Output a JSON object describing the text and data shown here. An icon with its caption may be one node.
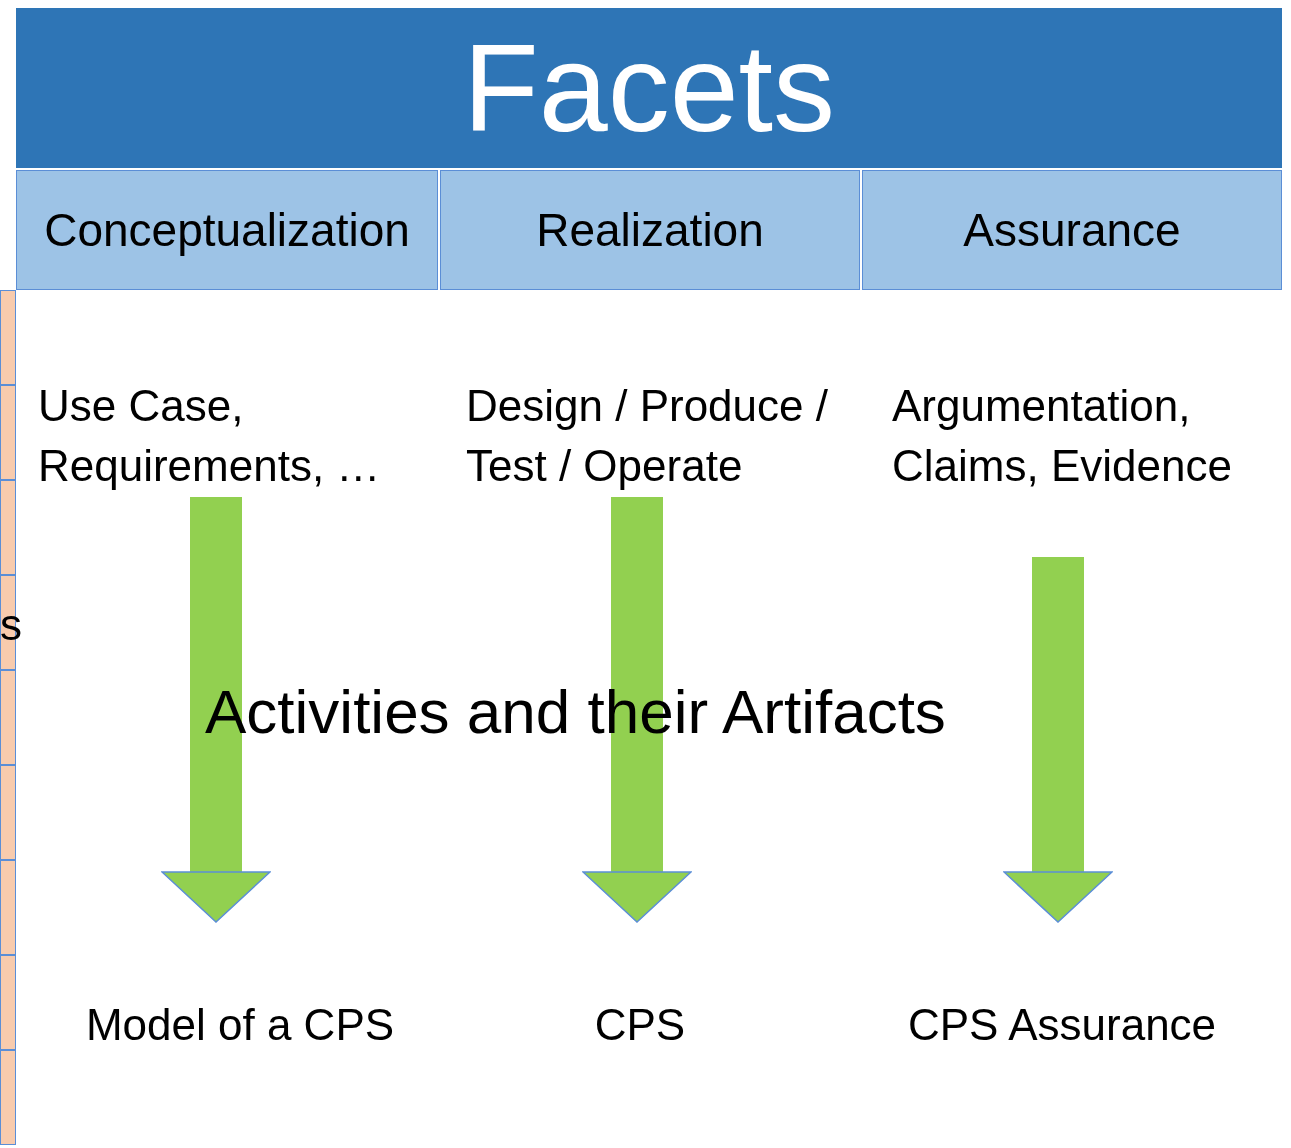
{
  "diagram": {
    "nodes": [
      {
        "text": [
          "Facets"
        ]
      },
      {
        "text": [
          "Conceptualization"
        ]
      },
      {
        "text": [
          "Realization"
        ]
      },
      {
        "text": [
          "Assurance"
        ]
      },
      {
        "text": [
          "Use Case, Requirements, …"
        ]
      },
      {
        "text": [
          "Design / Produce / Test / Operate"
        ]
      },
      {
        "text": [
          "Argumentation, Claims, Evidence"
        ]
      },
      {
        "text": [
          "Model of a CPS"
        ]
      },
      {
        "text": [
          "CPS"
        ]
      },
      {
        "text": [
          "CPS Assurance"
        ]
      }
    ],
    "edges": [
      {
        "from": 4,
        "to": 7,
        "arrow": "to"
      },
      {
        "from": 5,
        "to": 8,
        "arrow": "to"
      },
      {
        "from": 6,
        "to": 9,
        "arrow": "to"
      }
    ],
    "labels": [
      "s",
      "Activities and their Artifacts"
    ]
  }
}
